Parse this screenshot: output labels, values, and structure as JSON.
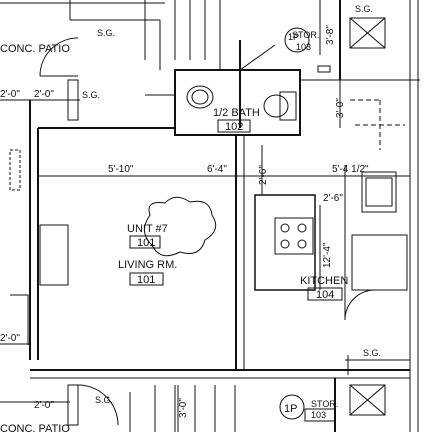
{
  "rooms": {
    "patio_top": "CONC. PATIO",
    "patio_bottom": "CONC. PATIO",
    "unit": "UNIT #7",
    "unit_tag": "101",
    "living": "LIVING RM.",
    "living_tag": "101",
    "bath": "1/2 BATH",
    "bath_tag": "102",
    "kitchen": "KITCHEN",
    "kitchen_tag": "104",
    "stor_top": "STOR.",
    "stor_top_tag": "103",
    "stor_top_level": "1P",
    "stor_bottom": "STOR.",
    "stor_bottom_tag": "103",
    "stor_bottom_level": "1P"
  },
  "doors": {
    "sg_top_left": "S.G.",
    "sg_mid": "S.G.",
    "sg_top_right": "S.G.",
    "sg_bottom_left": "S.G.",
    "sg_bottom_right": "S.G."
  },
  "dimensions": {
    "d_2_0_a": "2'-0\"",
    "d_2_0_b": "2'-0\"",
    "d_5_10": "5'-10\"",
    "d_6_4": "6'-4\"",
    "d_5_4": "5'-4 1/2\"",
    "d_2_6_h": "2'-6\"",
    "d_2_6_v": "2'-6\"",
    "d_12_4": "12'-4\"",
    "d_3_0_a": "3'-0\"",
    "d_3_0_b": "3'-0\"",
    "d_3_8": "3'-8\"",
    "d_2_0_bottom": "2'-0\"",
    "d_2_0_left": "2'-0\""
  }
}
